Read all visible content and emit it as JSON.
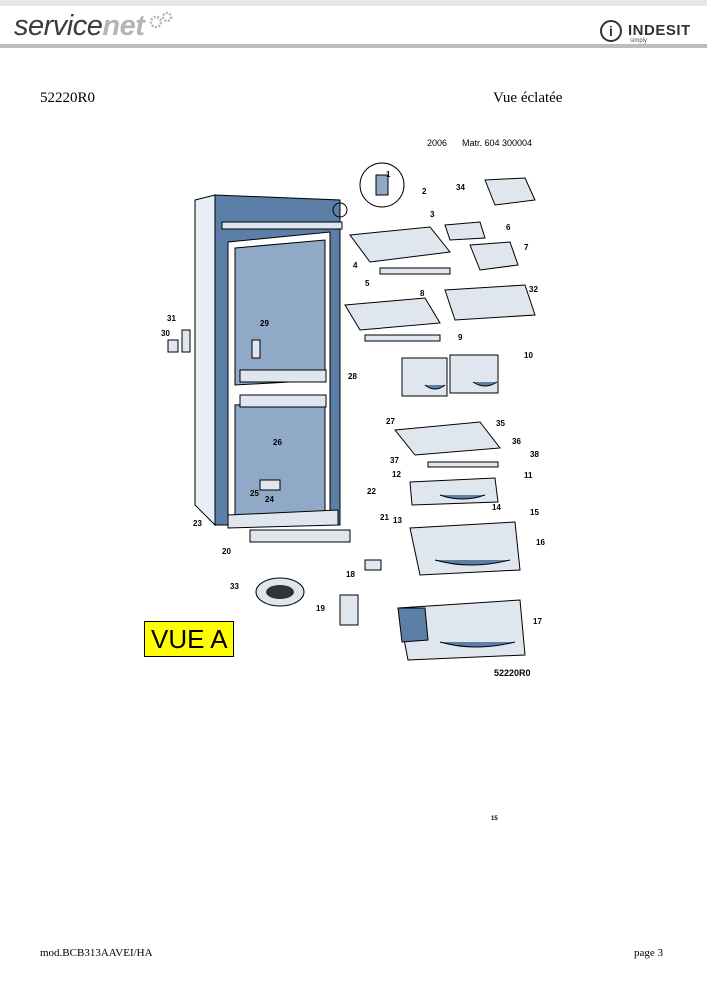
{
  "header": {
    "brand_left_a": "service",
    "brand_left_b": "net",
    "brand_right": "INDESIT",
    "brand_right_tag": "simply"
  },
  "document": {
    "code": "52220R0",
    "title": "Vue éclatée"
  },
  "diagram": {
    "year": "2006",
    "matr": "Matr. 604 300004",
    "drawing_code": "52220R0",
    "callouts": [
      "1",
      "2",
      "3",
      "4",
      "5",
      "6",
      "7",
      "8",
      "9",
      "10",
      "11",
      "12",
      "13",
      "14",
      "15",
      "16",
      "17",
      "18",
      "19",
      "20",
      "21",
      "22",
      "23",
      "24",
      "25",
      "26",
      "27",
      "28",
      "29",
      "30",
      "31",
      "32",
      "33",
      "34",
      "35",
      "36",
      "37",
      "38"
    ],
    "view_label": "VUE A"
  },
  "stray_mark": "15",
  "footer": {
    "model": "mod.BCB313AAVEI/HA",
    "page": "page 3"
  },
  "colors": {
    "cabinet_blue": "#5b7fa6",
    "highlight": "#ffff00"
  }
}
